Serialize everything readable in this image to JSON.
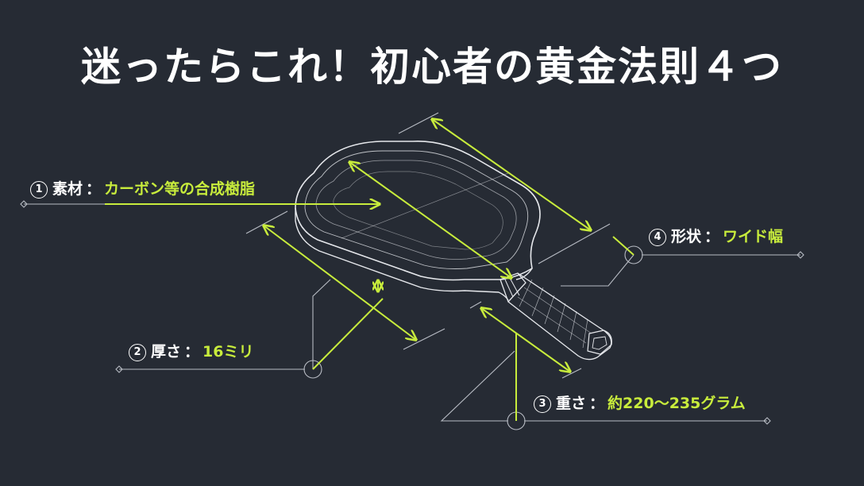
{
  "title": "迷ったらこれ！初心者の黄金法則４つ",
  "colors": {
    "background": "#262b34",
    "accent": "#c8ec3c",
    "line": "#b8bcc4",
    "paddle_outline": "#e6e8ec"
  },
  "callouts": [
    {
      "number": "1",
      "key": "素材",
      "separator": "：",
      "value": "カーボン等の合成樹脂"
    },
    {
      "number": "2",
      "key": "厚さ",
      "separator": "：",
      "value": "16ミリ"
    },
    {
      "number": "3",
      "key": "重さ",
      "separator": "：",
      "value": "約220〜235グラム"
    },
    {
      "number": "4",
      "key": "形状",
      "separator": "：",
      "value": "ワイド幅"
    }
  ],
  "illustration": {
    "subject": "pickleball-paddle-wireframe",
    "style": "isometric blueprint"
  }
}
